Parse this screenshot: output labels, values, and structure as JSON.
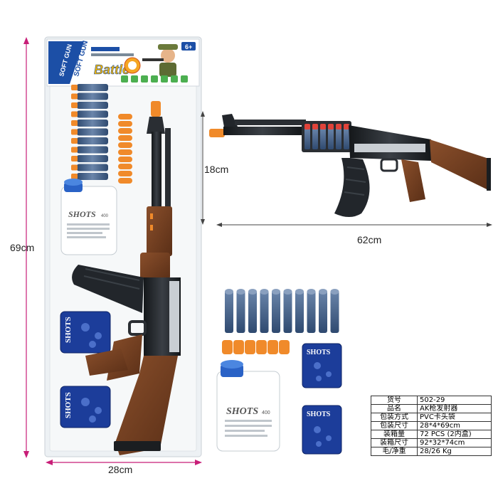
{
  "colors": {
    "background": "#ffffff",
    "card": "#edf1f4",
    "dimension_line": "#c81e78",
    "dimension_line_gray": "#444444",
    "gun_black": "#202326",
    "gun_wood": "#6b3a1f",
    "dart_blue": "#3f5f86",
    "dart_orange": "#f08a2a",
    "pouch_blue": "#1c3d9a",
    "bottle_cap": "#2a62c6"
  },
  "header": {
    "badge_left": "SOFT GUN",
    "brand": "Battle",
    "age_badge": "6+",
    "side_text": "SOFT GUN"
  },
  "dimensions": {
    "height": "69cm",
    "width": "28cm",
    "gun_height": "18cm",
    "gun_length": "62cm"
  },
  "pouch_label": "SHOTS",
  "bottle_label": "SHOTS",
  "bottle_number": "400",
  "spec_table": [
    {
      "key": "货号",
      "value": "502-29"
    },
    {
      "key": "品名",
      "value": "AK枪发射器"
    },
    {
      "key": "包装方式",
      "value": "PVC卡头袋"
    },
    {
      "key": "包装尺寸",
      "value": "28*4*69cm"
    },
    {
      "key": "装箱量",
      "value": "72 PCS (2内盒)"
    },
    {
      "key": "装箱尺寸",
      "value": "92*32*74cm"
    },
    {
      "key": "毛/净重",
      "value": "28/26 Kg"
    }
  ],
  "icons": [
    "hunter-icon",
    "dart-icon",
    "gel-bead-bottle-icon",
    "gel-pouch-icon",
    "toy-rifle-icon"
  ]
}
